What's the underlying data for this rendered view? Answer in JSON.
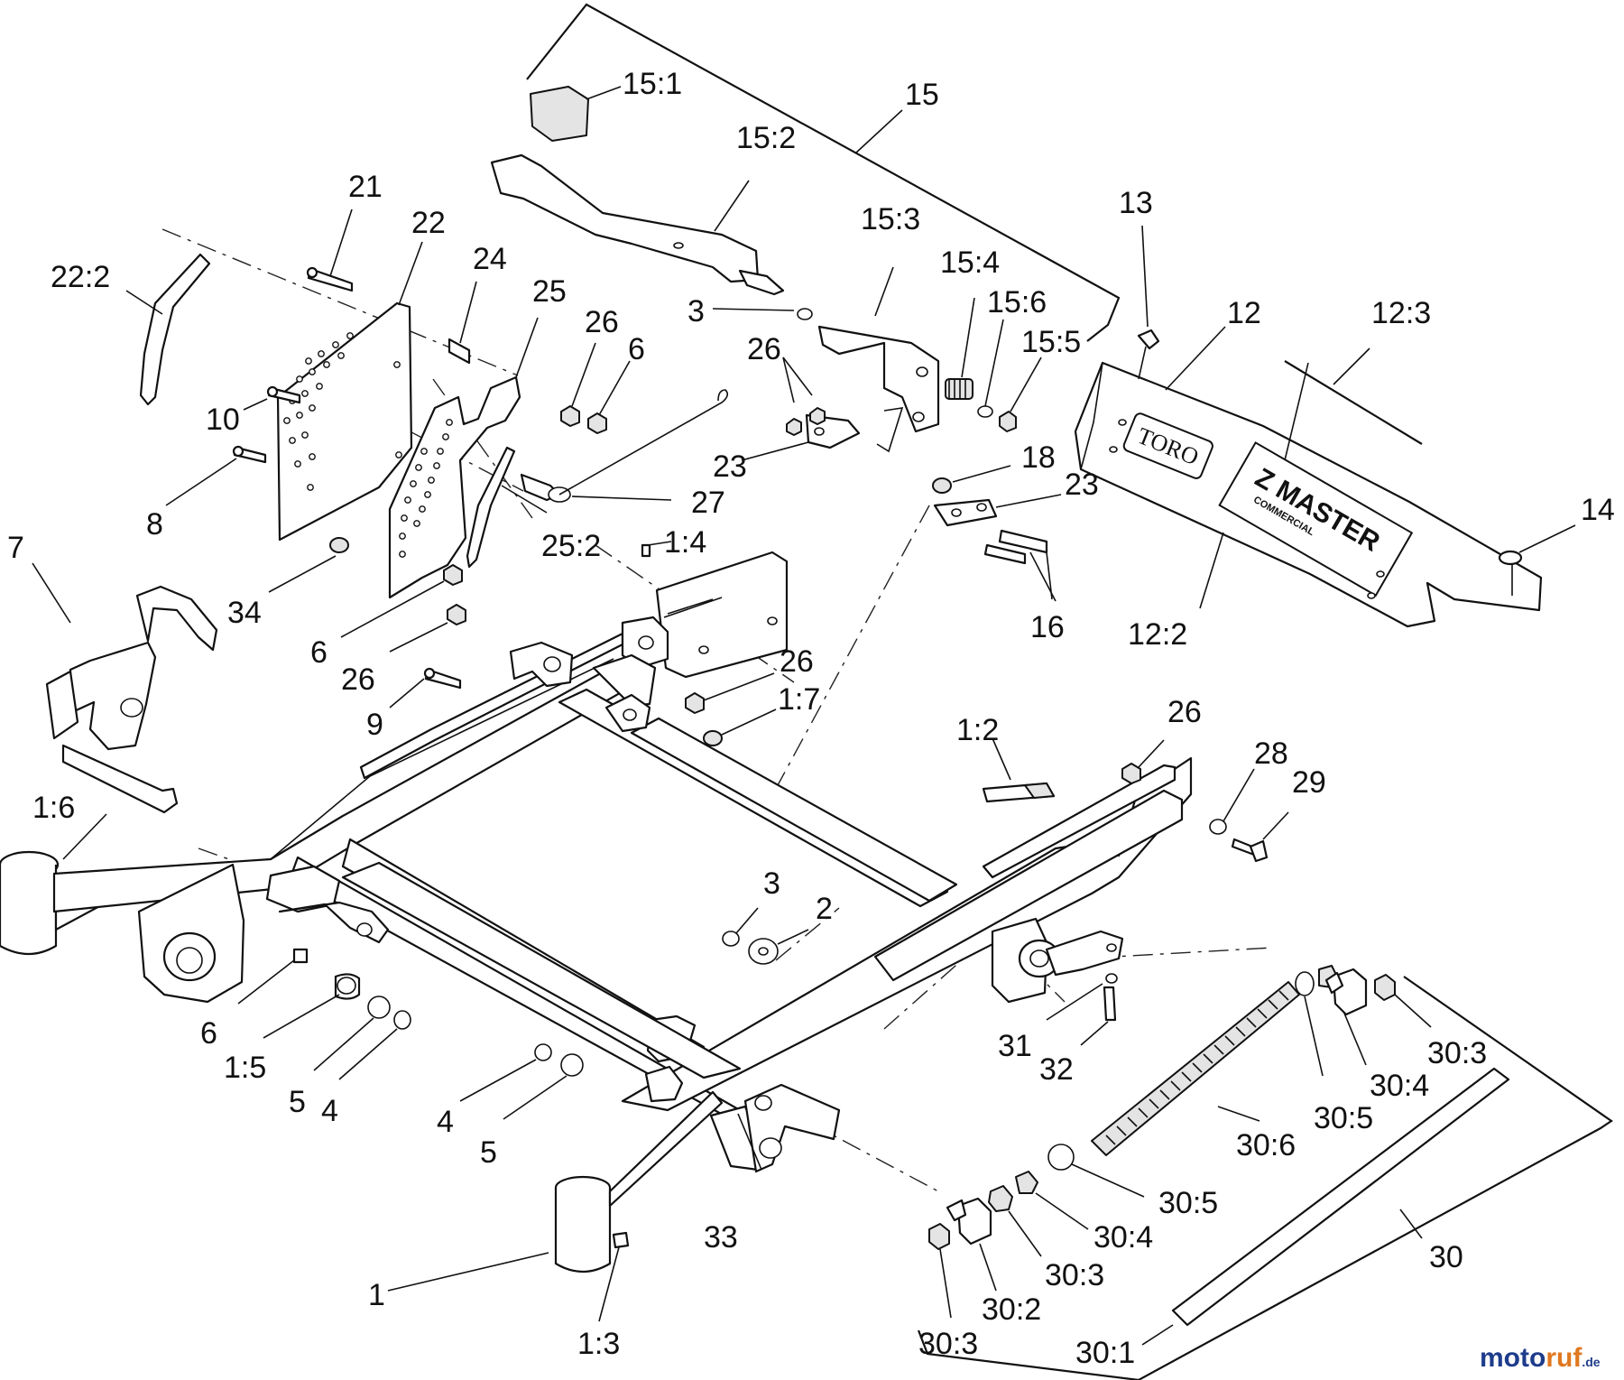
{
  "labels": {
    "l15_1": "15:1",
    "l15": "15",
    "l15_2": "15:2",
    "l21": "21",
    "l22": "22",
    "l22_2": "22:2",
    "l24": "24",
    "l25": "25",
    "l26a": "26",
    "l6a": "6",
    "l15_3": "15:3",
    "l15_4": "15:4",
    "l15_6": "15:6",
    "l15_5": "15:5",
    "l13": "13",
    "l12": "12",
    "l12_3": "12:3",
    "l3a": "3",
    "l26b": "26",
    "l10": "10",
    "l23a": "23",
    "l18": "18",
    "l23b": "23",
    "l8": "8",
    "l27": "27",
    "l25_2": "25:2",
    "l1_4": "1:4",
    "l14": "14",
    "l7": "7",
    "l34": "34",
    "l16": "16",
    "l12_2": "12:2",
    "l6b": "6",
    "l26c": "26",
    "l26d": "26",
    "l9": "9",
    "l1_7": "1:7",
    "l1_2": "1:2",
    "l26e": "26",
    "l28": "28",
    "l29": "29",
    "l1_6": "1:6",
    "l3b": "3",
    "l2": "2",
    "l6c": "6",
    "l31": "31",
    "l30_3a": "30:3",
    "l1_5": "1:5",
    "l32": "32",
    "l30_4a": "30:4",
    "l5a": "5",
    "l4a": "4",
    "l4b": "4",
    "l30_5a": "30:5",
    "l5b": "5",
    "l30_6": "30:6",
    "l30_5b": "30:5",
    "l30_4b": "30:4",
    "l33": "33",
    "l30": "30",
    "l30_3b": "30:3",
    "l1": "1",
    "l30_2": "30:2",
    "l1_3": "1:3",
    "l30_3c": "30:3",
    "l30_1": "30:1"
  },
  "decal": {
    "logo": "TORO",
    "model": "Z MASTER",
    "sub": "COMMERCIAL"
  },
  "watermark": {
    "a": "moto",
    "b": "ruf",
    "c": ".de"
  },
  "colors": {
    "line": "#111111",
    "watermark_blue": "#1e3c8c",
    "watermark_orange": "#e07820"
  }
}
